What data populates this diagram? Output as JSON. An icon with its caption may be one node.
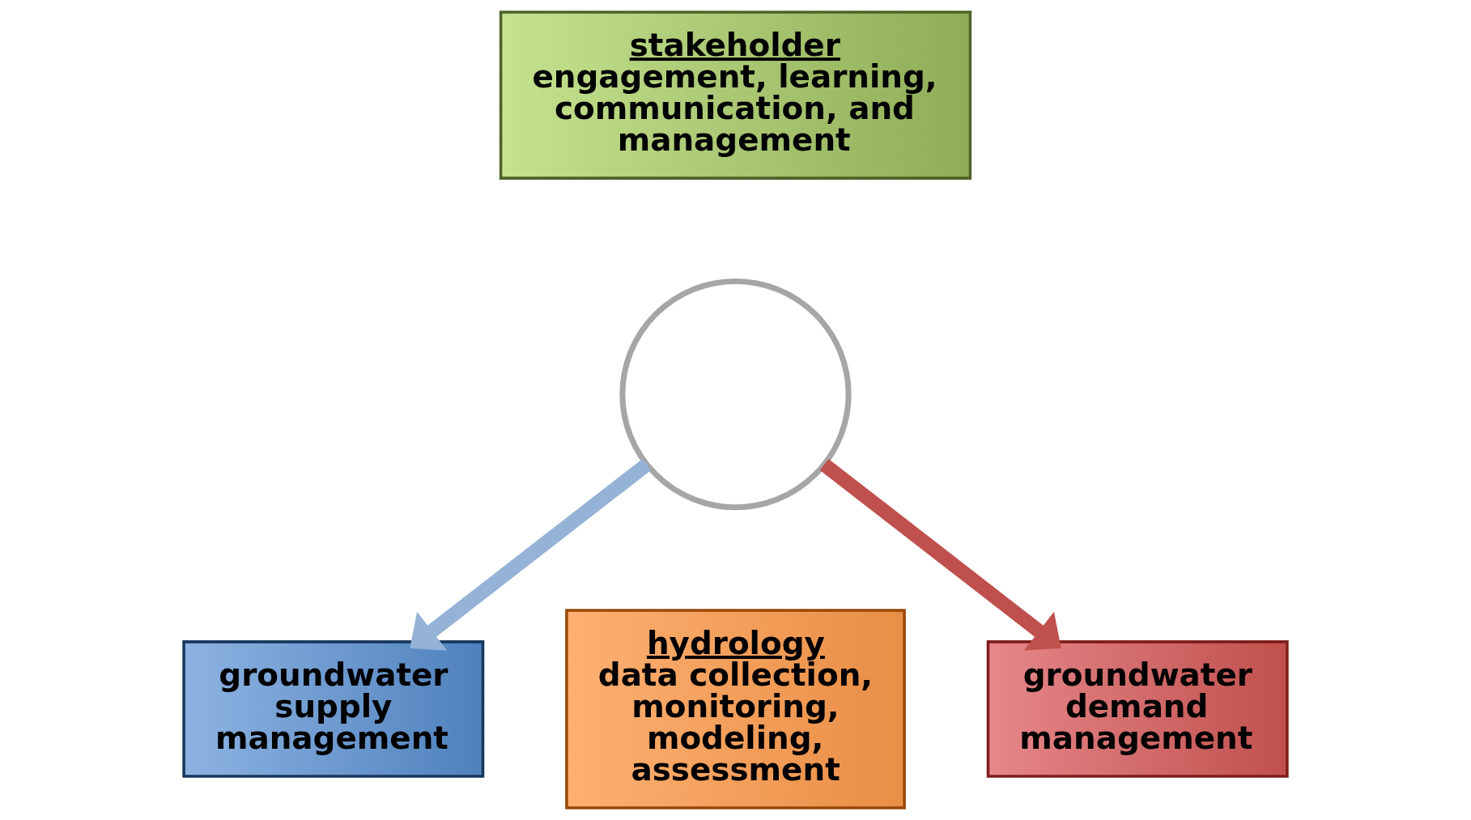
{
  "diagram": {
    "nodes": [
      {
        "text": [],
        "shape": "circle"
      },
      {
        "text": [
          "stakeholder",
          "engagement, learning, communication, and management"
        ]
      },
      {
        "text": [
          "hydrology",
          "data collection, monitoring, modeling, assessment"
        ]
      },
      {
        "text": [
          "groundwater supply management"
        ]
      },
      {
        "text": [
          "groundwater demand management"
        ]
      }
    ],
    "edges": [
      {
        "from": 0,
        "to": 3,
        "arrow": "to",
        "color": "#95b3d7"
      },
      {
        "from": 0,
        "to": 4,
        "arrow": "to",
        "color": "#c0504d"
      }
    ]
  }
}
